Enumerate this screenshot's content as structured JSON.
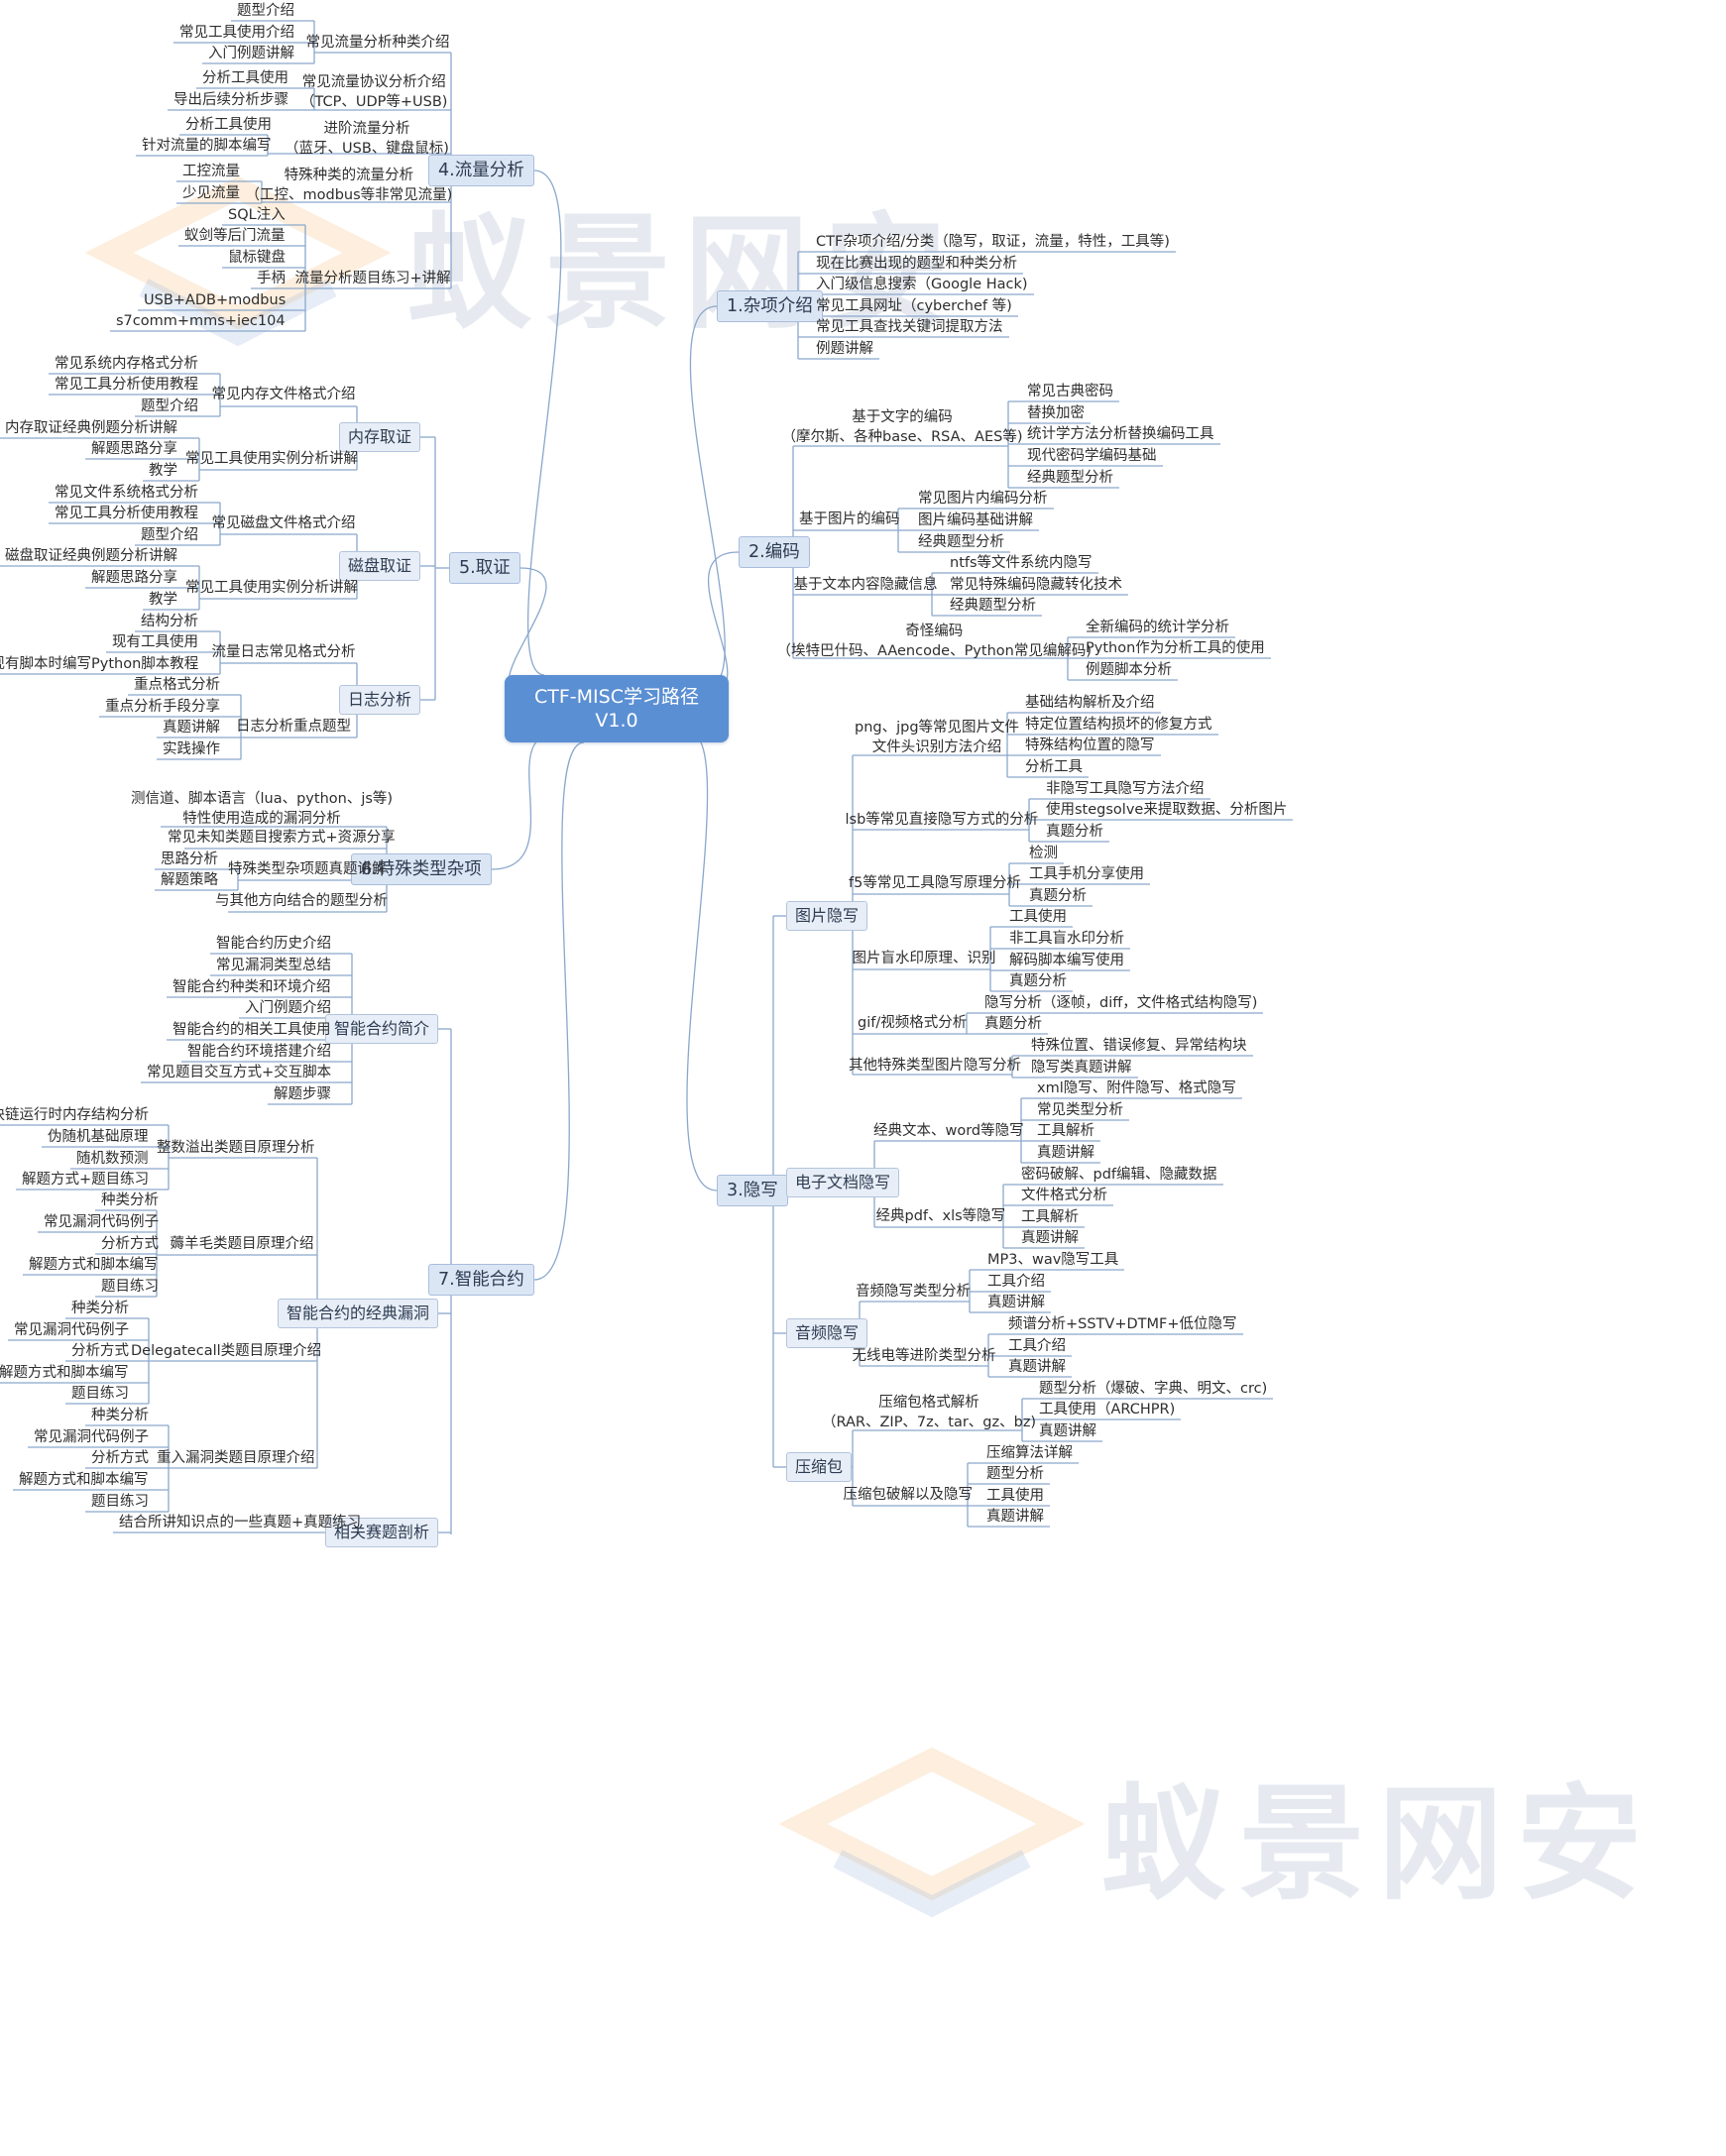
{
  "root": "CTF-MISC学习路径\nV1.0",
  "watermark": "蚁景网安",
  "colors": {
    "root": "#5b8fd3",
    "l1_fill": "#dbe6f5",
    "line": "#8aa7cc",
    "logo_orange": "#f6b06a",
    "logo_blue": "#9bb8da"
  },
  "branches": {
    "b1": {
      "label": "1.杂项介绍",
      "children": [
        "CTF杂项介绍/分类（隐写，取证，流量，特性，工具等)",
        "现在比赛出现的题型和种类分析",
        "入门级信息搜索（Google Hack)",
        "常见工具网址（cyberchef 等)",
        "常见工具查找关键词提取方法",
        "例题讲解"
      ]
    },
    "b2": {
      "label": "2.编码",
      "g1": {
        "label": "基于文字的编码\n（摩尔斯、各种base、RSA、AES等)",
        "children": [
          "常见古典密码",
          "替换加密",
          "统计学方法分析替换编码工具",
          "现代密码学编码基础",
          "经典题型分析"
        ]
      },
      "g2": {
        "label": "基于图片的编码",
        "children": [
          "常见图片内编码分析",
          "图片编码基础讲解",
          "经典题型分析"
        ]
      },
      "g3": {
        "label": "基于文本内容隐藏信息",
        "children": [
          "ntfs等文件系统内隐写",
          "常见特殊编码隐藏转化技术",
          "经典题型分析"
        ]
      },
      "g4": {
        "label": "奇怪编码\n（埃特巴什码、AAencode、Python常见编解码)",
        "children": [
          "全新编码的统计学分析",
          "Python作为分析工具的使用",
          "例题脚本分析"
        ]
      }
    },
    "b3": {
      "label": "3.隐写",
      "img": {
        "label": "图片隐写",
        "s1": {
          "label": "png、jpg等常见图片文件\n文件头识别方法介绍",
          "children": [
            "基础结构解析及介绍",
            "特定位置结构损坏的修复方式",
            "特殊结构位置的隐写",
            "分析工具"
          ]
        },
        "s2": {
          "label": "lsb等常见直接隐写方式的分析",
          "children": [
            "非隐写工具隐写方法介绍",
            "使用stegsolve来提取数据、分析图片",
            "真题分析"
          ]
        },
        "s3": {
          "label": "f5等常见工具隐写原理分析",
          "children": [
            "检测",
            "工具手机分享使用",
            "真题分析"
          ]
        },
        "s4": {
          "label": "图片盲水印原理、识别",
          "children": [
            "工具使用",
            "非工具盲水印分析",
            "解码脚本编写使用",
            "真题分析"
          ]
        },
        "s5": {
          "label": "gif/视频格式分析",
          "children": [
            "隐写分析（逐帧，diff，文件格式结构隐写)",
            "真题分析"
          ]
        },
        "s6": {
          "label": "其他特殊类型图片隐写分析",
          "children": [
            "特殊位置、错误修复、异常结构块",
            "隐写类真题讲解"
          ]
        }
      },
      "doc": {
        "label": "电子文档隐写",
        "s1": {
          "label": "经典文本、word等隐写",
          "children": [
            "xml隐写、附件隐写、格式隐写",
            "常见类型分析",
            "工具解析",
            "真题讲解"
          ]
        },
        "s2": {
          "label": "经典pdf、xls等隐写",
          "children": [
            "密码破解、pdf编辑、隐藏数据",
            "文件格式分析",
            "工具解析",
            "真题讲解"
          ]
        }
      },
      "audio": {
        "label": "音频隐写",
        "s1": {
          "label": "音频隐写类型分析",
          "children": [
            "MP3、wav隐写工具",
            "工具介绍",
            "真题讲解"
          ]
        },
        "s2": {
          "label": "无线电等进阶类型分析",
          "children": [
            "频谱分析+SSTV+DTMF+低位隐写",
            "工具介绍",
            "真题讲解"
          ]
        }
      },
      "zip": {
        "label": "压缩包",
        "s1": {
          "label": "压缩包格式解析\n（RAR、ZIP、7z、tar、gz、bz)",
          "children": [
            "题型分析（爆破、字典、明文、crc)",
            "工具使用（ARCHPR)",
            "真题讲解"
          ]
        },
        "s2": {
          "label": "压缩包破解以及隐写",
          "children": [
            "压缩算法详解",
            "题型分析",
            "工具使用",
            "真题讲解"
          ]
        }
      }
    },
    "b4": {
      "label": "4.流量分析",
      "g1": {
        "label": "常见流量分析种类介绍",
        "children": [
          "题型介绍",
          "常见工具使用介绍",
          "入门例题讲解"
        ]
      },
      "g2": {
        "label": "常见流量协议分析介绍\n（TCP、UDP等+USB)",
        "children": [
          "分析工具使用",
          "导出后续分析步骤"
        ]
      },
      "g3": {
        "label": "进阶流量分析\n（蓝牙、USB、键盘鼠标)",
        "children": [
          "分析工具使用",
          "针对流量的脚本编写"
        ]
      },
      "g4": {
        "label": "特殊种类的流量分析\n（工控、modbus等非常见流量)",
        "children": [
          "工控流量",
          "少见流量"
        ]
      },
      "g5": {
        "label": "流量分析题目练习+讲解",
        "children": [
          "SQL注入",
          "蚁剑等后门流量",
          "鼠标键盘",
          "手柄",
          "USB+ADB+modbus",
          "s7comm+mms+iec104"
        ]
      }
    },
    "b5": {
      "label": "5.取证",
      "mem": {
        "label": "内存取证",
        "s1": {
          "label": "常见内存文件格式介绍",
          "children": [
            "常见系统内存格式分析",
            "常见工具分析使用教程",
            "题型介绍"
          ]
        },
        "s2": {
          "label": "常见工具使用实例分析讲解",
          "children": [
            "内存取证经典例题分析讲解",
            "解题思路分享",
            "教学"
          ]
        }
      },
      "disk": {
        "label": "磁盘取证",
        "s1": {
          "label": "常见磁盘文件格式介绍",
          "children": [
            "常见文件系统格式分析",
            "常见工具分析使用教程",
            "题型介绍"
          ]
        },
        "s2": {
          "label": "常见工具使用实例分析讲解",
          "children": [
            "磁盘取证经典例题分析讲解",
            "解题思路分享",
            "教学"
          ]
        }
      },
      "log": {
        "label": "日志分析",
        "s1": {
          "label": "流量日志常见格式分析",
          "children": [
            "结构分析",
            "现有工具使用",
            "无现有脚本时编写Python脚本教程"
          ]
        },
        "s2": {
          "label": "日志分析重点题型",
          "children": [
            "重点格式分析",
            "重点分析手段分享",
            "真题讲解",
            "实践操作"
          ]
        }
      }
    },
    "b6": {
      "label": "6.特殊类型杂项",
      "c1": "测信道、脚本语言（lua、python、js等)\n特性使用造成的漏洞分析",
      "c2": "常见未知类题目搜索方式+资源分享",
      "c3": {
        "label": "特殊类型杂项题真题讲解",
        "children": [
          "思路分析",
          "解题策略"
        ]
      },
      "c4": "与其他方向结合的题型分析"
    },
    "b7": {
      "label": "7.智能合约",
      "intro": {
        "label": "智能合约简介",
        "children": [
          "智能合约历史介绍",
          "常见漏洞类型总结",
          "智能合约种类和环境介绍",
          "入门例题介绍",
          "智能合约的相关工具使用",
          "智能合约环境搭建介绍",
          "常见题目交互方式+交互脚本",
          "解题步骤"
        ]
      },
      "vuln": {
        "label": "智能合约的经典漏洞",
        "s1": {
          "label": "整数溢出类题目原理分析",
          "children": [
            "区块链运行时内存结构分析",
            "伪随机基础原理",
            "随机数预测",
            "解题方式+题目练习"
          ]
        },
        "s2": {
          "label": "薅羊毛类题目原理介绍",
          "children": [
            "种类分析",
            "常见漏洞代码例子",
            "分析方式",
            "解题方式和脚本编写",
            "题目练习"
          ]
        },
        "s3": {
          "label": "Delegatecall类题目原理介绍",
          "children": [
            "种类分析",
            "常见漏洞代码例子",
            "分析方式",
            "解题方式和脚本编写",
            "题目练习"
          ]
        },
        "s4": {
          "label": "重入漏洞类题目原理介绍",
          "children": [
            "种类分析",
            "常见漏洞代码例子",
            "分析方式",
            "解题方式和脚本编写",
            "题目练习"
          ]
        }
      },
      "cases": {
        "label": "相关赛题剖析",
        "children": [
          "结合所讲知识点的一些真题+真题练习"
        ]
      }
    }
  }
}
